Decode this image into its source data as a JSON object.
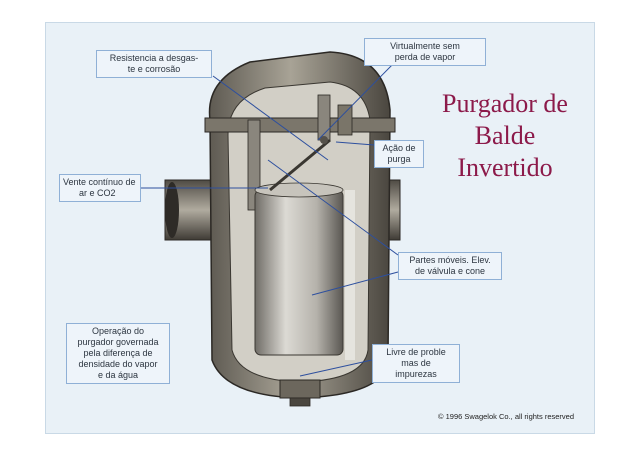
{
  "title": {
    "lines": [
      "Purgador de",
      "Balde",
      "Invertido"
    ]
  },
  "labels": {
    "resistencia": [
      "Resistencia a desgas-",
      "te e corrosão"
    ],
    "virtualmente": [
      "Virtualmente sem",
      "perda de vapor"
    ],
    "acao": [
      "Ação de",
      "purga"
    ],
    "vente": [
      "Vente contínuo de",
      "ar e CO2"
    ],
    "partes": [
      "Partes móveis. Elev.",
      "de válvula e cone"
    ],
    "operacao": [
      "Operação do",
      "purgador governada",
      "pela diferença de",
      "densidade do vapor",
      "e da água"
    ],
    "livre": [
      "Livre de proble",
      "mas de",
      "impurezas"
    ]
  },
  "copyright": "© 1996 Swagelok Co., all rights reserved",
  "colors": {
    "title": "#8c1a4a",
    "leader": "#2d4f9e",
    "slide_bg": "#e9f1f7"
  }
}
